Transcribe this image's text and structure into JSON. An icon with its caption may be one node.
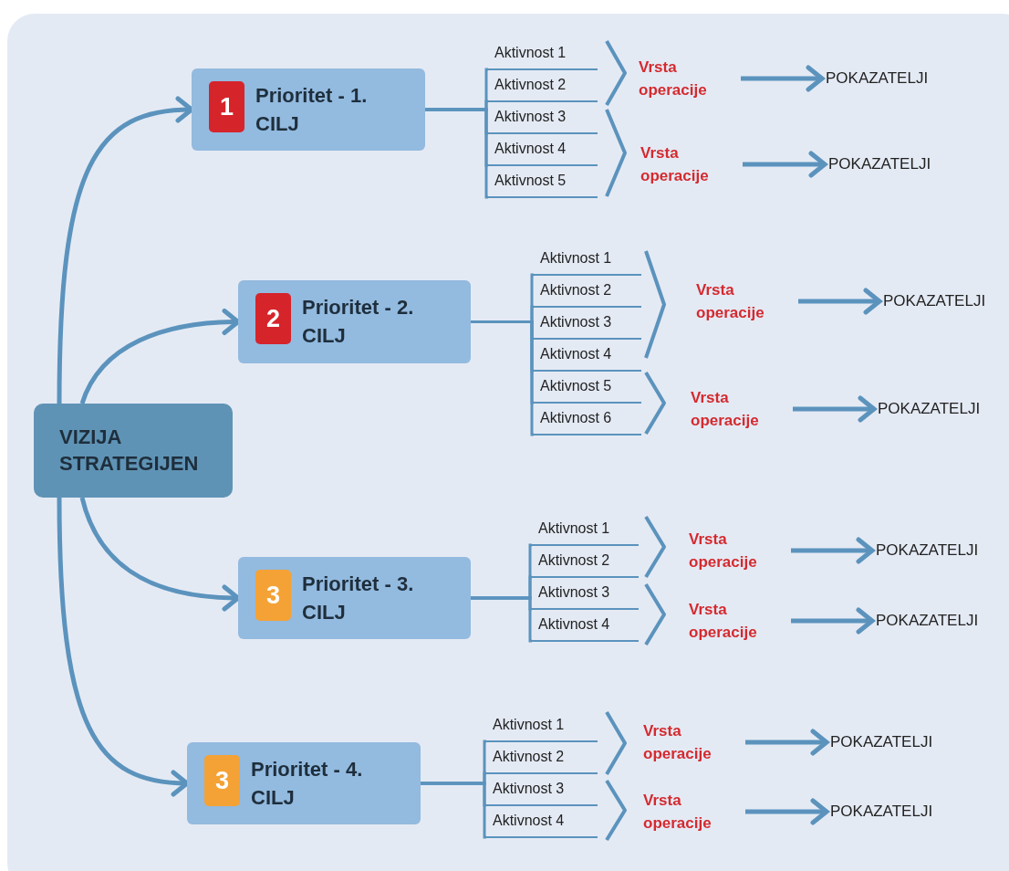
{
  "diagram": {
    "nodes": [
      {
        "text": [
          "VIZIJA STRATEGIJEN"
        ]
      },
      {
        "text": [
          "1",
          "Prioritet - 1. CILJ"
        ]
      },
      {
        "text": [
          "Aktivnost 1"
        ]
      },
      {
        "text": [
          "Aktivnost 2"
        ]
      },
      {
        "text": [
          "Aktivnost 3"
        ]
      },
      {
        "text": [
          "Aktivnost 4"
        ]
      },
      {
        "text": [
          "Aktivnost 5"
        ]
      },
      {
        "text": [
          "Vrsta operacije"
        ]
      },
      {
        "text": [
          "Vrsta operacije"
        ]
      },
      {
        "text": [
          "POKAZATELJI"
        ]
      },
      {
        "text": [
          "POKAZATELJI"
        ]
      },
      {
        "text": [
          "2",
          "Prioritet - 2. CILJ"
        ]
      },
      {
        "text": [
          "Aktivnost 1"
        ]
      },
      {
        "text": [
          "Aktivnost 2"
        ]
      },
      {
        "text": [
          "Aktivnost 3"
        ]
      },
      {
        "text": [
          "Aktivnost 4"
        ]
      },
      {
        "text": [
          "Aktivnost 5"
        ]
      },
      {
        "text": [
          "Aktivnost 6"
        ]
      },
      {
        "text": [
          "Vrsta operacije"
        ]
      },
      {
        "text": [
          "Vrsta operacije"
        ]
      },
      {
        "text": [
          "POKAZATELJI"
        ]
      },
      {
        "text": [
          "POKAZATELJI"
        ]
      },
      {
        "text": [
          "3",
          "Prioritet - 3. CILJ"
        ]
      },
      {
        "text": [
          "Aktivnost 1"
        ]
      },
      {
        "text": [
          "Aktivnost 2"
        ]
      },
      {
        "text": [
          "Aktivnost 3"
        ]
      },
      {
        "text": [
          "Aktivnost 4"
        ]
      },
      {
        "text": [
          "Vrsta operacije"
        ]
      },
      {
        "text": [
          "Vrsta operacije"
        ]
      },
      {
        "text": [
          "POKAZATELJI"
        ]
      },
      {
        "text": [
          "POKAZATELJI"
        ]
      },
      {
        "text": [
          "3",
          "Prioritet - 4. CILJ"
        ]
      },
      {
        "text": [
          "Aktivnost 1"
        ]
      },
      {
        "text": [
          "Aktivnost 2"
        ]
      },
      {
        "text": [
          "Aktivnost 3"
        ]
      },
      {
        "text": [
          "Aktivnost 4"
        ]
      },
      {
        "text": [
          "Vrsta operacije"
        ]
      },
      {
        "text": [
          "Vrsta operacije"
        ]
      },
      {
        "text": [
          "POKAZATELJI"
        ]
      },
      {
        "text": [
          "POKAZATELJI"
        ]
      }
    ],
    "edges": [
      {
        "from": 0,
        "to": 1,
        "arrow": "to"
      },
      {
        "from": 0,
        "to": 11,
        "arrow": "to"
      },
      {
        "from": 0,
        "to": 22,
        "arrow": "to"
      },
      {
        "from": 0,
        "to": 31,
        "arrow": "to"
      },
      {
        "from": 1,
        "to": 2,
        "arrow": "none"
      },
      {
        "from": 1,
        "to": 3,
        "arrow": "none"
      },
      {
        "from": 1,
        "to": 4,
        "arrow": "none"
      },
      {
        "from": 1,
        "to": 5,
        "arrow": "none"
      },
      {
        "from": 1,
        "to": 6,
        "arrow": "none"
      },
      {
        "from": 7,
        "to": 9,
        "arrow": "to"
      },
      {
        "from": 8,
        "to": 10,
        "arrow": "to"
      },
      {
        "from": 11,
        "to": 12,
        "arrow": "none"
      },
      {
        "from": 11,
        "to": 13,
        "arrow": "none"
      },
      {
        "from": 11,
        "to": 14,
        "arrow": "none"
      },
      {
        "from": 11,
        "to": 15,
        "arrow": "none"
      },
      {
        "from": 11,
        "to": 16,
        "arrow": "none"
      },
      {
        "from": 11,
        "to": 17,
        "arrow": "none"
      },
      {
        "from": 18,
        "to": 20,
        "arrow": "to"
      },
      {
        "from": 19,
        "to": 21,
        "arrow": "to"
      },
      {
        "from": 22,
        "to": 23,
        "arrow": "none"
      },
      {
        "from": 22,
        "to": 24,
        "arrow": "none"
      },
      {
        "from": 22,
        "to": 25,
        "arrow": "none"
      },
      {
        "from": 22,
        "to": 26,
        "arrow": "none"
      },
      {
        "from": 27,
        "to": 29,
        "arrow": "to"
      },
      {
        "from": 28,
        "to": 30,
        "arrow": "to"
      },
      {
        "from": 31,
        "to": 32,
        "arrow": "none"
      },
      {
        "from": 31,
        "to": 33,
        "arrow": "none"
      },
      {
        "from": 31,
        "to": 34,
        "arrow": "none"
      },
      {
        "from": 31,
        "to": 35,
        "arrow": "none"
      },
      {
        "from": 36,
        "to": 38,
        "arrow": "to"
      },
      {
        "from": 37,
        "to": 39,
        "arrow": "to"
      }
    ]
  }
}
